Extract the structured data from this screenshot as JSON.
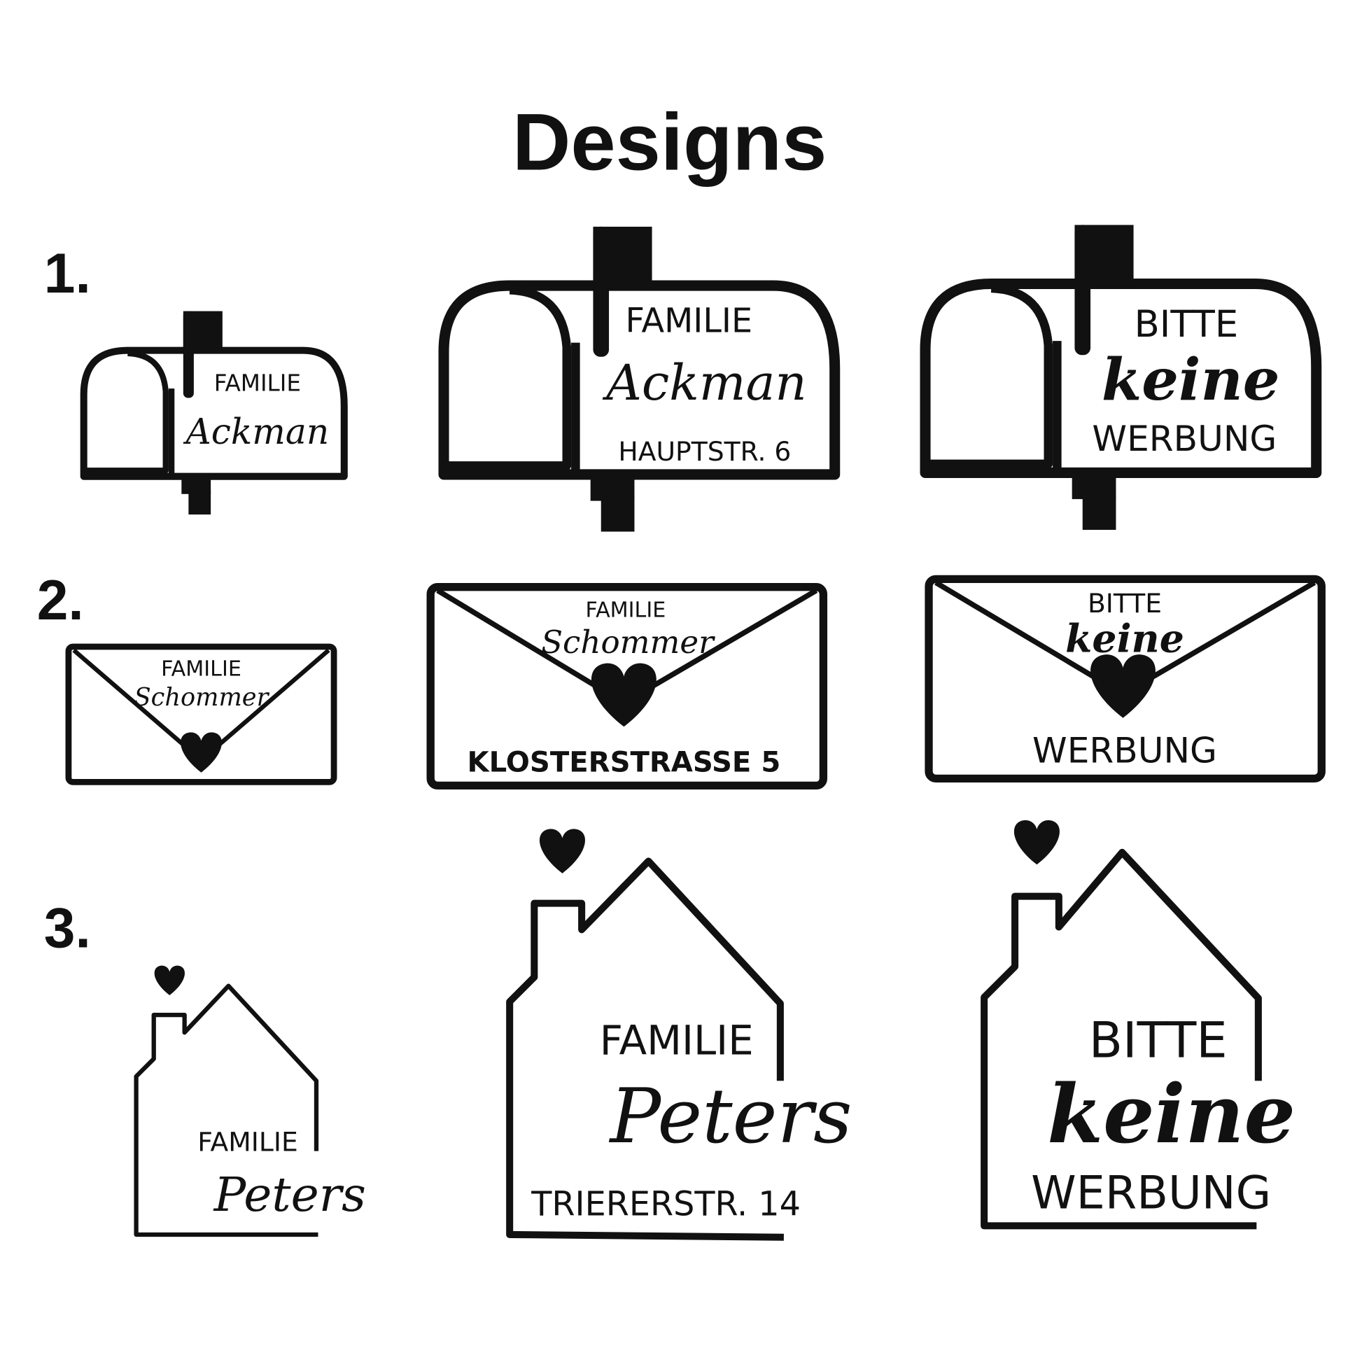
{
  "title": "Designs",
  "rows": [
    {
      "number": "1.",
      "items": [
        {
          "line1": "FAMILIE",
          "script": "Ackman"
        },
        {
          "line1": "FAMILIE",
          "script": "Ackman",
          "line3": "HAUPTSTR. 6"
        },
        {
          "line1": "BITTE",
          "script": "keine",
          "line3": "WERBUNG"
        }
      ]
    },
    {
      "number": "2.",
      "items": [
        {
          "line1": "FAMILIE",
          "script": "Schommer"
        },
        {
          "line1": "FAMILIE",
          "script": "Schommer",
          "line3": "KLOSTERSTRASSE 5"
        },
        {
          "line1": "BITTE",
          "script": "keine",
          "line3": "WERBUNG"
        }
      ]
    },
    {
      "number": "3.",
      "items": [
        {
          "line1": "FAMILIE",
          "script": "Peters"
        },
        {
          "line1": "FAMILIE",
          "script": "Peters",
          "line3": "TRIERERSTR. 14"
        },
        {
          "line1": "BITTE",
          "script": "keine",
          "line3": "WERBUNG"
        }
      ]
    }
  ]
}
